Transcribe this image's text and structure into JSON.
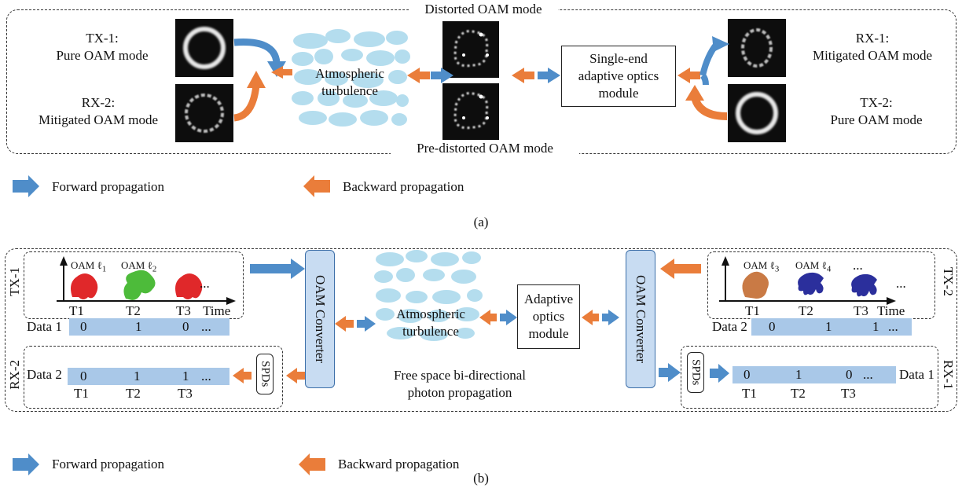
{
  "panel_a": {
    "title_top": "Distorted OAM mode",
    "title_bottom": "Pre-distorted OAM mode",
    "tx1": [
      "TX-1:",
      "Pure OAM mode"
    ],
    "rx2": [
      "RX-2:",
      "Mitigated OAM mode"
    ],
    "rx1": [
      "RX-1:",
      "Mitigated OAM mode"
    ],
    "tx2": [
      "TX-2:",
      "Pure OAM mode"
    ],
    "turbulence": [
      "Atmospheric",
      "turbulence"
    ],
    "ao_module": [
      "Single-end",
      "adaptive optics",
      "module"
    ],
    "caption": "(a)"
  },
  "legend": {
    "forward": "Forward propagation",
    "backward": "Backward propagation"
  },
  "panel_b": {
    "tx1_label": "TX-1",
    "rx2_label": "RX-2",
    "tx2_label": "TX-2",
    "rx1_label": "RX-1",
    "oam_prefix": "OAM ℓ",
    "tx1_modes": [
      "1",
      "2"
    ],
    "tx2_modes": [
      "3",
      "4"
    ],
    "ellipsis": "...",
    "slots": [
      "T1",
      "T2",
      "T3"
    ],
    "time_label": "Time",
    "data1_label": "Data 1",
    "data2_label": "Data 2",
    "data1_bits": [
      "0",
      "1",
      "0",
      "..."
    ],
    "data2_bits": [
      "0",
      "1",
      "1",
      "..."
    ],
    "rx_data2_bits": [
      "0",
      "1",
      "1",
      "..."
    ],
    "rx_data1_bits": [
      "0",
      "1",
      "0",
      "..."
    ],
    "converter": "OAM Converter",
    "spds": "SPDs",
    "turbulence": [
      "Atmospheric",
      "turbulence"
    ],
    "ao_module": [
      "Adaptive",
      "optics",
      "module"
    ],
    "free_space": [
      "Free space bi-directional",
      "photon propagation"
    ],
    "caption": "(b)"
  },
  "colors": {
    "forward": "#4f8dc9",
    "backward": "#ea7d3a",
    "data_bar": "#a9c8e8",
    "converter_fill": "#c8dcf2",
    "cloud": "#a8d8ec",
    "red_mode": "#e0282a",
    "green_mode": "#4dbb3a",
    "brown_mode": "#c97a45",
    "blue_mode": "#2b2f9c"
  }
}
